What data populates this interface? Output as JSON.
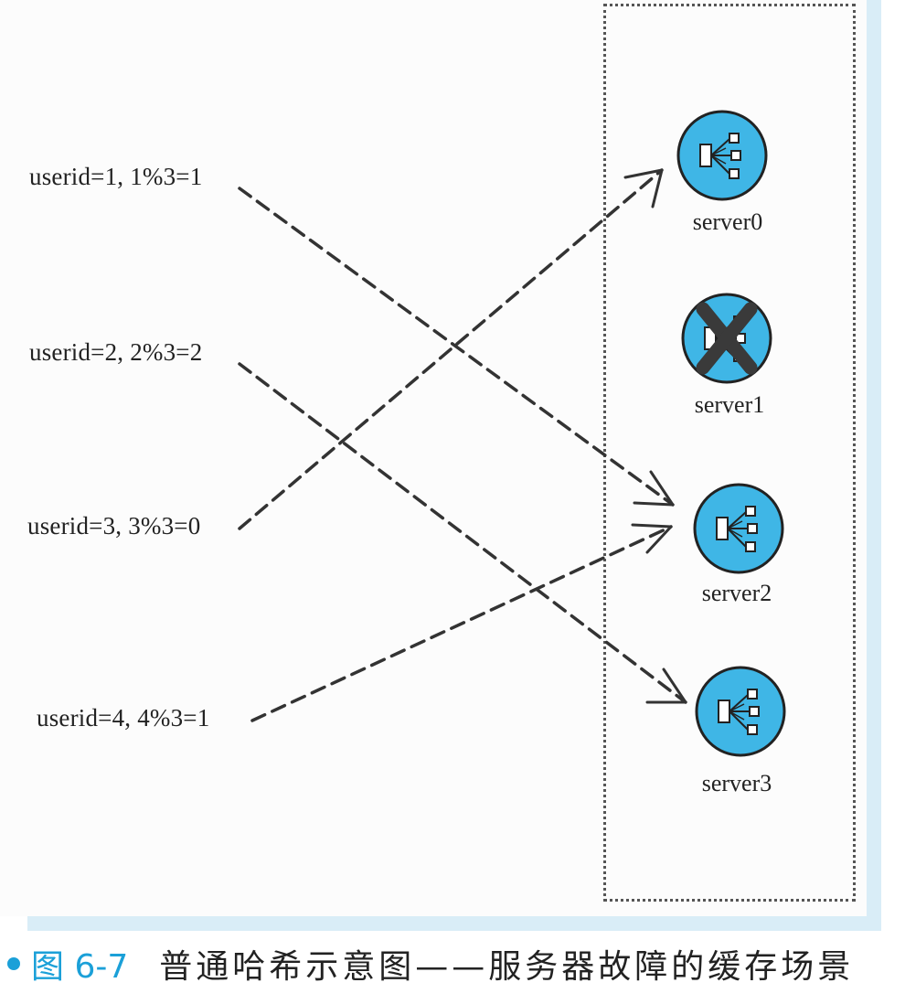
{
  "requests": [
    {
      "id": "req1",
      "label": "userid=1, 1%3=1",
      "target": "server2"
    },
    {
      "id": "req2",
      "label": "userid=2, 2%3=2",
      "target": "server3"
    },
    {
      "id": "req3",
      "label": "userid=3, 3%3=0",
      "target": "server0"
    },
    {
      "id": "req4",
      "label": "userid=4, 4%3=1",
      "target": "server2"
    }
  ],
  "servers": [
    {
      "id": "server0",
      "label": "server0",
      "status": "online"
    },
    {
      "id": "server1",
      "label": "server1",
      "status": "failed"
    },
    {
      "id": "server2",
      "label": "server2",
      "status": "online"
    },
    {
      "id": "server3",
      "label": "server3",
      "status": "online"
    }
  ],
  "caption": {
    "number": "图 6-7",
    "title": "普通哈希示意图——服务器故障的缓存场景"
  },
  "colors": {
    "server_fill": "#3fb6e6",
    "accent": "#1ba0d8",
    "panel_bg": "#fcfcfc",
    "shadow": "#d9edf7"
  }
}
